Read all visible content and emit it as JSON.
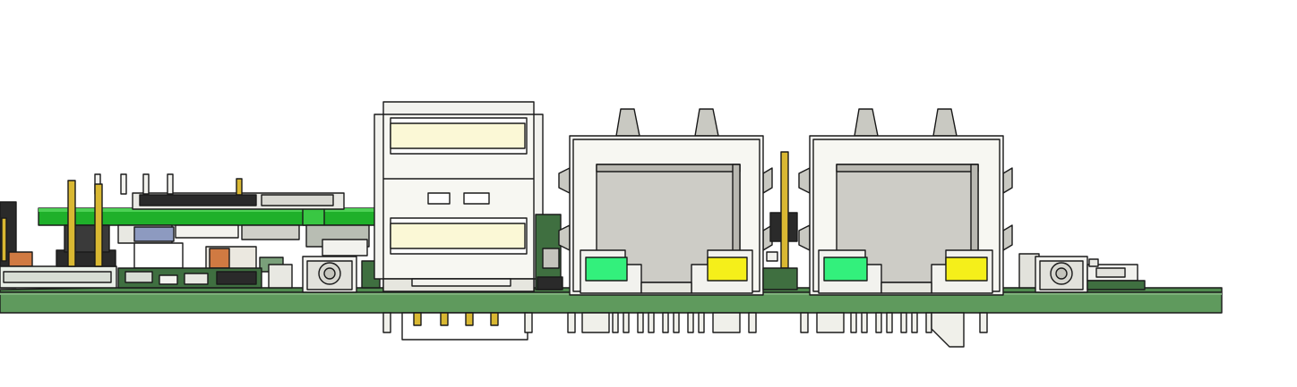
{
  "figure": {
    "description_visible_text": "",
    "colors": {
      "pcb_green": "#5f9a5d",
      "pcb_dark": "#3f6f40",
      "daughter_board_green": "#1fb02a",
      "metal_light": "#f2f2ee",
      "metal_shade": "#c9c9c2",
      "port_cream": "#fbf8d6",
      "rj45_cavity": "#cdccc6",
      "led_green": "#33f07c",
      "led_yellow": "#f5ef1a",
      "pin_gold": "#d9b832",
      "connector_black": "#2a2a2a",
      "outline": "#1a1a1a",
      "component_orange": "#d07a42",
      "component_blue": "#8d9ac0"
    },
    "components": [
      {
        "name": "main-pcb"
      },
      {
        "name": "daughter-board"
      },
      {
        "name": "pin-header-left"
      },
      {
        "name": "tactile-switch-left"
      },
      {
        "name": "usb-dual-port-connector"
      },
      {
        "name": "rj45-jack-1"
      },
      {
        "name": "rj45-jack-2"
      },
      {
        "name": "jumper-header-middle"
      },
      {
        "name": "tactile-switch-right"
      },
      {
        "name": "small-connector-right"
      }
    ]
  }
}
